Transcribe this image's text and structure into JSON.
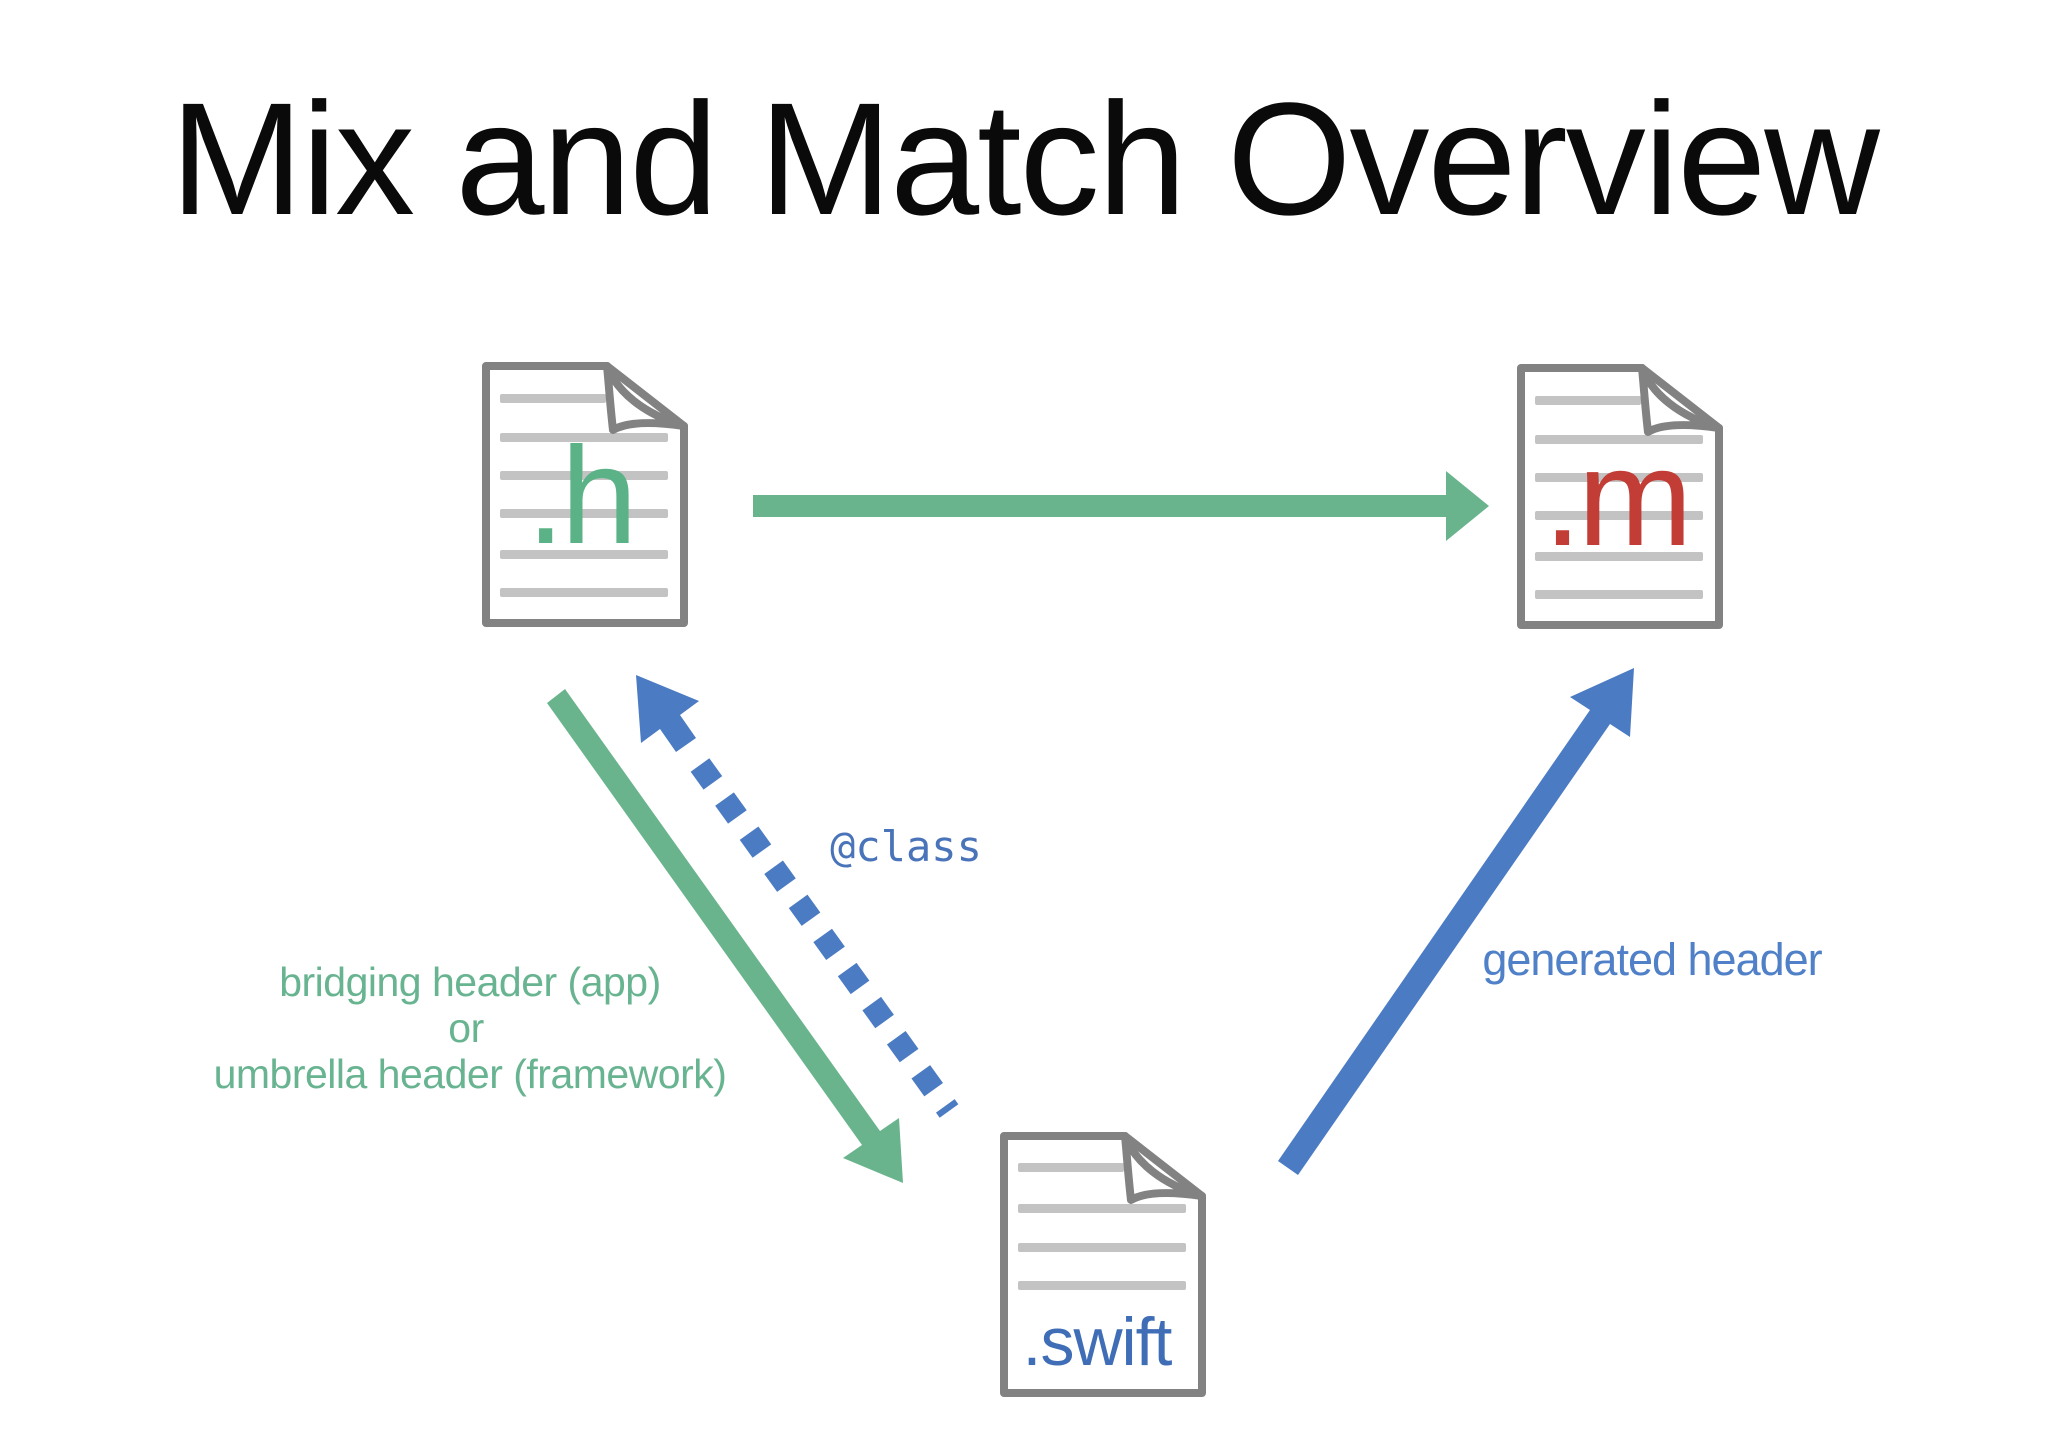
{
  "title": "Mix and Match Overview",
  "nodes": {
    "h": {
      "label": ".h"
    },
    "m": {
      "label": ".m"
    },
    "swift": {
      "label": ".swift"
    }
  },
  "edge_labels": {
    "at_class": "@class",
    "bridging_line1": "bridging header (app)",
    "bridging_line2": "or",
    "bridging_line3": "umbrella header (framework)",
    "generated_header": "generated header"
  },
  "colors": {
    "title_black": "#0a0a0a",
    "h_green": "#5cb287",
    "m_red": "#c23d36",
    "swift_blue": "#3f6db6",
    "arrow_green": "#6ab48d",
    "arrow_blue": "#4b7bc3",
    "label_green": "#68b491",
    "label_blue_mono": "#4a74ba",
    "label_blue": "#4f80c8"
  }
}
